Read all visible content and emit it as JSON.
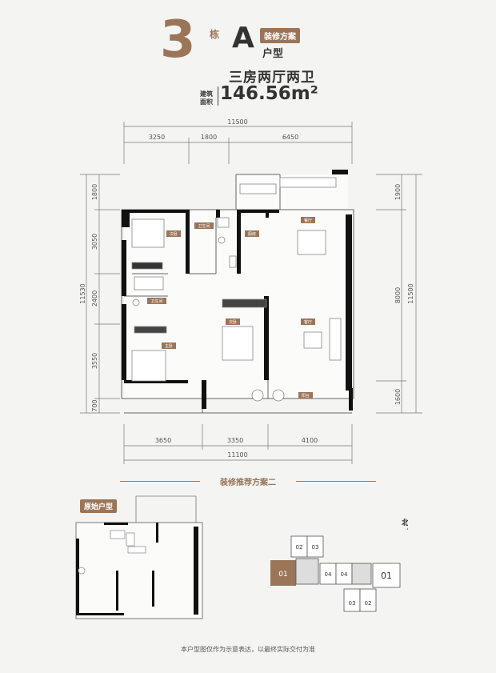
{
  "header": {
    "building_number": "3",
    "building_suffix": "栋",
    "unit_letter": "A",
    "badge": "装修方案",
    "unit_type": "户型",
    "layout": "三房两厅两卫",
    "area_label": "建筑面积",
    "area_value": "146.56m²"
  },
  "dimensions": {
    "top_total": "11500",
    "top_segments": [
      "3250",
      "1800",
      "6450"
    ],
    "bottom_total": "11100",
    "bottom_segments": [
      "3650",
      "3350",
      "4100"
    ],
    "left_total": "11530",
    "left_segments": [
      "1800",
      "3050",
      "2400",
      "3550",
      "700"
    ],
    "right_total": "11500",
    "right_segments": [
      "1900",
      "8000",
      "1600"
    ]
  },
  "rooms": {
    "bedroom_second_top": "次卧",
    "bathroom_master": "卫生间",
    "kitchen": "厨房",
    "dining": "餐厅",
    "bathroom": "卫生间",
    "bedroom_second_mid": "次卧",
    "living": "客厅",
    "bedroom_master": "主卧",
    "balcony": "阳台"
  },
  "section_title": "装修推荐方案二",
  "original_plan_label": "原始户型",
  "north_label": "北",
  "keyplan": {
    "highlight_unit": "01",
    "units": [
      "02",
      "03",
      "04",
      "04",
      "01",
      "03",
      "02"
    ]
  },
  "colors": {
    "accent": "#9b7558",
    "wall": "#111111",
    "badge_bg": "#9b7558"
  },
  "disclaimer": "本户型图仅作为示意表达，以最终实际交付为准"
}
